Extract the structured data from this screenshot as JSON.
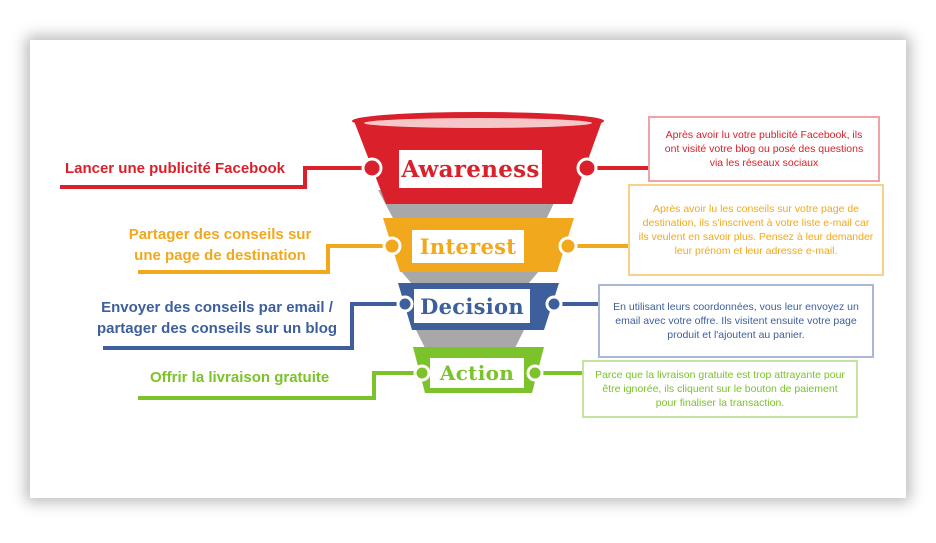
{
  "stages": [
    {
      "word": "Awareness",
      "color": "#d9202b",
      "left_text": "Lancer une publicité Facebook",
      "description": "Après avoir lu votre publicité Facebook, ils ont visité votre blog ou posé des questions via les réseaux sociaux"
    },
    {
      "word": "Interest",
      "color": "#f2a81d",
      "left_text": "Partager des conseils sur une page de destination",
      "description": "Après avoir lu les conseils sur votre page de destination, ils s'inscrivent à votre liste e-mail car ils veulent en savoir plus. Pensez à leur demander leur prénom et leur adresse e-mail."
    },
    {
      "word": "Decision",
      "color": "#3d5f9c",
      "left_text": "Envoyer des conseils par email / partager des conseils sur un blog",
      "description": "En utilisant leurs coordonnées, vous leur envoyez un email avec votre offre. Ils visitent ensuite votre page produit et l'ajoutent au panier."
    },
    {
      "word": "Action",
      "color": "#7cc22a",
      "left_text": "Offrir la livraison gratuite",
      "description": "Parce que la livraison gratuite est trop attrayante pour être ignorée, ils cliquent sur le bouton de paiement pour finaliser la transaction."
    }
  ]
}
